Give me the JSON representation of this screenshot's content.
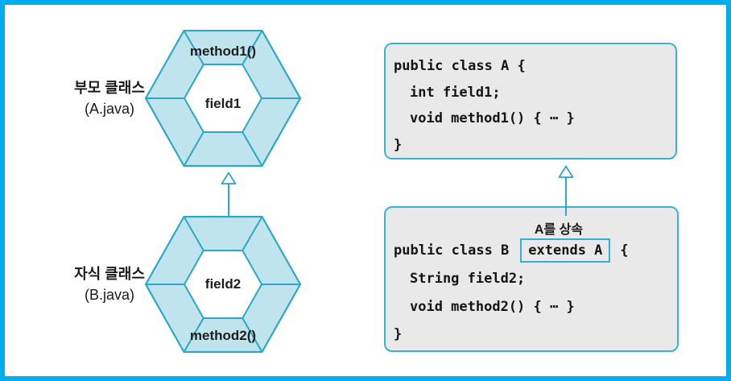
{
  "colors": {
    "frame_border": "#00aeef",
    "hexagon_stroke": "#2ca7c6",
    "hexagon_fill": "#bfe4ee",
    "code_box_bg": "#e9e9e9",
    "code_box_border": "#3ab3d1",
    "text": "#1a1a1a"
  },
  "parent_class": {
    "label_line1": "부모 클래스",
    "label_line2": "(A.java)",
    "method": "method1()",
    "field": "field1"
  },
  "child_class": {
    "label_line1": "자식 클래스",
    "label_line2": "(B.java)",
    "field": "field2",
    "method": "method2()"
  },
  "code_a": {
    "line1": "public class A {",
    "line2": "int field1;",
    "line3": "void method1() { ⋯ }",
    "line4": "}"
  },
  "code_b": {
    "annotation": "A를 상속",
    "line1_prefix": "public class B",
    "extends_label": "extends A",
    "line1_suffix": "{",
    "line2": "String field2;",
    "line3": "void method2() { ⋯ }",
    "line4": "}"
  }
}
